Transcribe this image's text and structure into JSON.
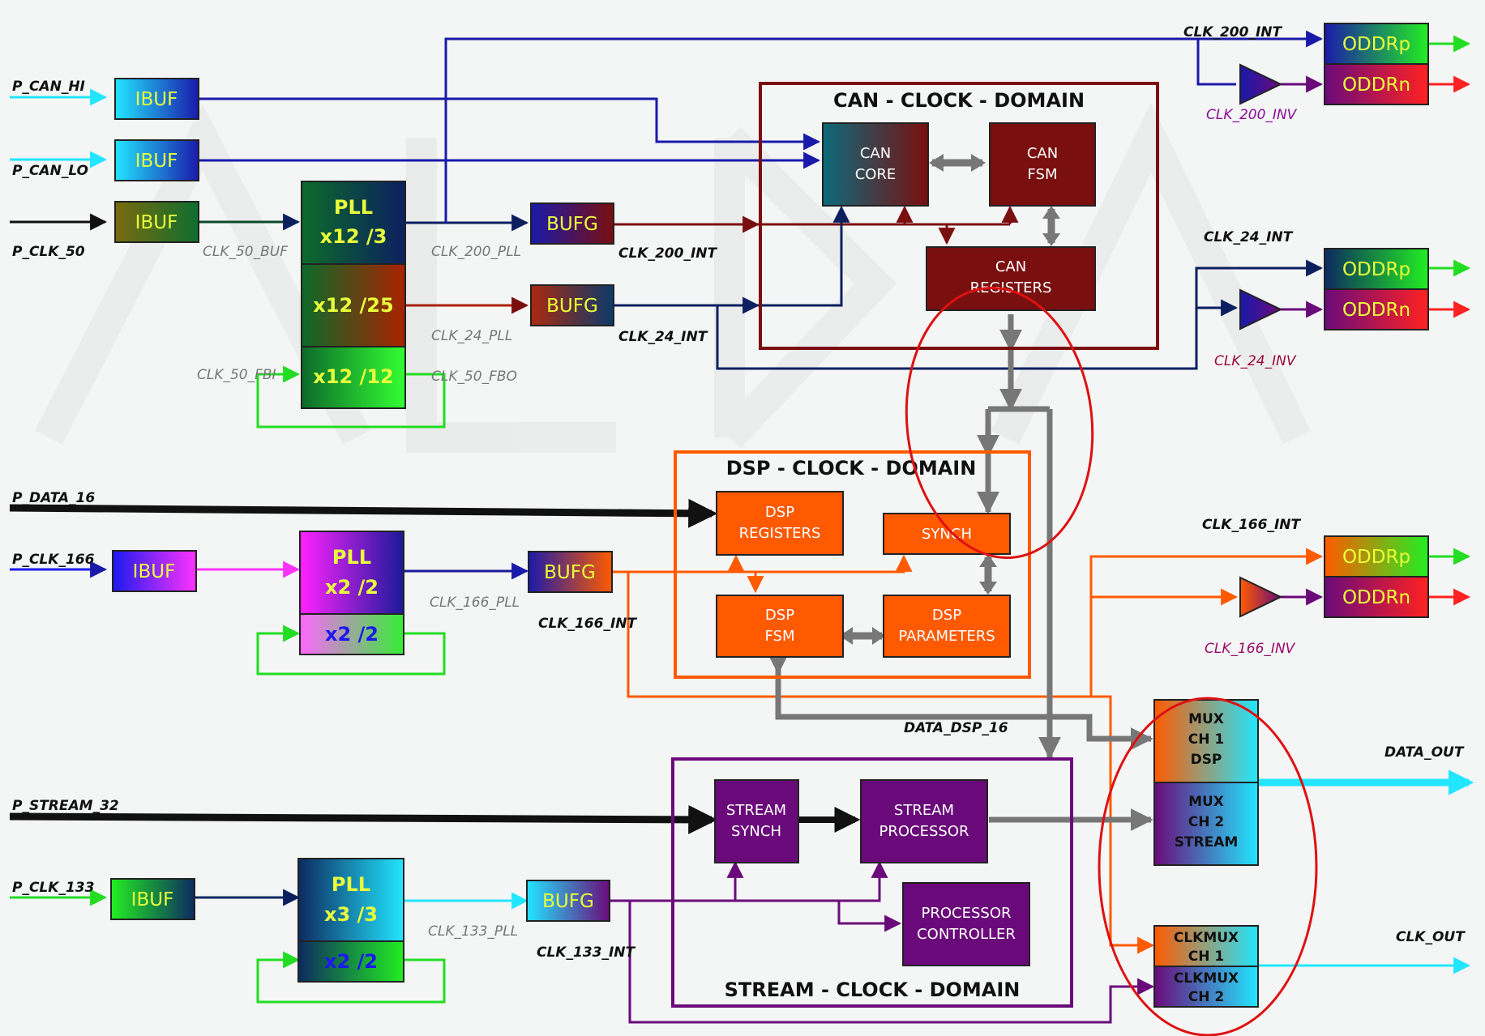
{
  "inputs": {
    "p_can_hi": "P_CAN_HI",
    "p_can_lo": "P_CAN_LO",
    "p_clk_50": "P_CLK_50",
    "p_data_16": "P_DATA_16",
    "p_clk_166": "P_CLK_166",
    "p_stream_32": "P_STREAM_32",
    "p_clk_133": "P_CLK_133"
  },
  "outputs": {
    "clk_200_int": "CLK_200_INT",
    "clk_200_inv": "CLK_200_INV",
    "clk_24_int": "CLK_24_INT",
    "clk_24_inv": "CLK_24_INV",
    "clk_166_int": "CLK_166_INT",
    "clk_166_inv": "CLK_166_INV",
    "data_out": "DATA_OUT",
    "clk_out": "CLK_OUT"
  },
  "nets": {
    "clk_50_buf": "CLK_50_BUF",
    "clk_200_pll": "CLK_200_PLL",
    "clk_200_int": "CLK_200_INT",
    "clk_24_pll": "CLK_24_PLL",
    "clk_24_int": "CLK_24_INT",
    "clk_50_fbi": "CLK_50_FBI",
    "clk_50_fbo": "CLK_50_FBO",
    "clk_166_pll": "CLK_166_PLL",
    "clk_166_int": "CLK_166_INT",
    "data_dsp_16": "DATA_DSP_16",
    "clk_133_pll": "CLK_133_PLL",
    "clk_133_int": "CLK_133_INT"
  },
  "domains": {
    "can": "CAN - CLOCK - DOMAIN",
    "dsp": "DSP - CLOCK - DOMAIN",
    "stream": "STREAM - CLOCK - DOMAIN"
  },
  "blocks": {
    "ibuf": "IBUF",
    "bufg": "BUFG",
    "oddrp": "ODDRp",
    "oddrn": "ODDRn",
    "pll": "PLL",
    "pll50_a": "x12 /3",
    "pll50_b": "x12 /25",
    "pll50_c": "x12 /12",
    "pll166_a": "x2 /2",
    "pll166_b": "x2 /2",
    "pll133_a": "x3 /3",
    "pll133_b": "x2 /2",
    "can_core": [
      "CAN",
      "CORE"
    ],
    "can_fsm": [
      "CAN",
      "FSM"
    ],
    "can_registers": [
      "CAN",
      "REGISTERS"
    ],
    "dsp_registers": [
      "DSP",
      "REGISTERS"
    ],
    "synch": "SYNCH",
    "dsp_fsm": [
      "DSP",
      "FSM"
    ],
    "dsp_parameters": [
      "DSP",
      "PARAMETERS"
    ],
    "stream_synch": [
      "STREAM",
      "SYNCH"
    ],
    "stream_processor": [
      "STREAM",
      "PROCESSOR"
    ],
    "processor_controller": [
      "PROCESSOR",
      "CONTROLLER"
    ],
    "mux_ch1": [
      "MUX",
      "CH 1",
      "DSP"
    ],
    "mux_ch2": [
      "MUX",
      "CH 2",
      "STREAM"
    ],
    "clkmux_ch1": [
      "CLKMUX",
      "CH 1"
    ],
    "clkmux_ch2": [
      "CLKMUX",
      "CH 2"
    ]
  },
  "colors": {
    "blue": "#1a1aaa",
    "navy": "#0c2060",
    "darkred": "#7a0f0f",
    "orange": "#ff5a00",
    "purple": "#6a0a7a",
    "green": "#22dd22",
    "cyan": "#22e6ff",
    "magenta": "#ff33ff",
    "gray": "#777777",
    "black": "#111111",
    "red": "#ff2222",
    "highlight": "#dd1111"
  }
}
